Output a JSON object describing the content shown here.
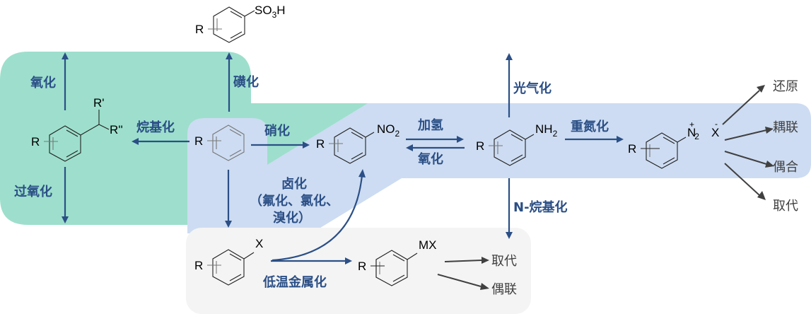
{
  "colors": {
    "green_region": "#9ddfcc",
    "blue_region": "#cddcf2",
    "gray_region": "#f4f4f4",
    "label_blue": "#2b4f86",
    "product_gray": "#404040"
  },
  "molecules": {
    "benzene": {
      "r": "R"
    },
    "sulfonic_acid": {
      "r": "R",
      "group": "SO",
      "sub": "3",
      "tail": "H"
    },
    "alkylbenzene": {
      "r": "R",
      "r1": "R'",
      "r2": "R''"
    },
    "nitrobenzene": {
      "r": "R",
      "group": "NO",
      "sub": "2"
    },
    "aniline": {
      "r": "R",
      "group": "NH",
      "sub": "2"
    },
    "diazonium": {
      "r": "R",
      "group": "N",
      "sub": "2",
      "charge_plus": "+",
      "counter": "X",
      "charge_minus": "-"
    },
    "haloarene": {
      "r": "R",
      "group": "X"
    },
    "organometallic": {
      "r": "R",
      "group": "MX"
    }
  },
  "reactions": {
    "sulfonation": "磺化",
    "oxidation_top": "氧化",
    "alkylation": "烷基化",
    "peroxidation": "过氧化",
    "nitration": "硝化",
    "hydrogenation": "加氢",
    "oxidation_reverse": "氧化",
    "halogenation_line1": "卤化",
    "halogenation_line2": "（氟化、氯化、",
    "halogenation_line3": "溴化）",
    "phosgenation": "光气化",
    "diazotization": "重氮化",
    "n_alkylation": "N-烷基化",
    "low_temp_metalation": "低温金属化"
  },
  "diazonium_products": [
    "还原",
    "耦联",
    "偶合",
    "取代"
  ],
  "organometallic_products": [
    "取代",
    "偶联"
  ]
}
